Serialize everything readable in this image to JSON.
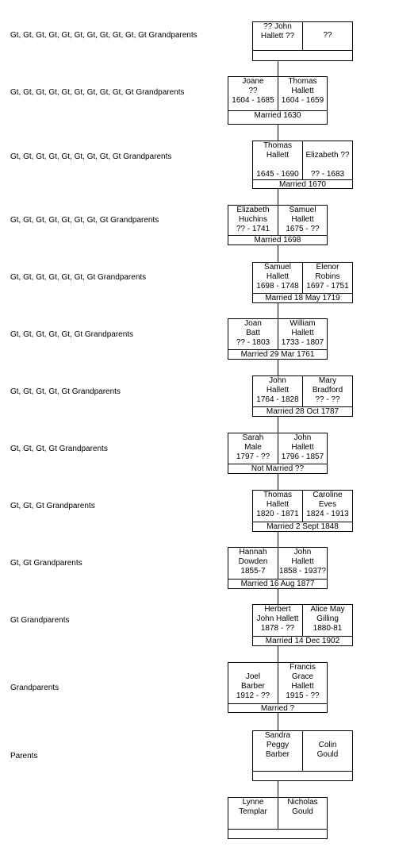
{
  "generations": [
    {
      "label": "Gt, Gt, Gt, Gt, Gt, Gt, Gt, Gt, Gt, Gt, Gt Grandparents",
      "left": "?? John\nHallett ??",
      "right": "??",
      "married": ""
    },
    {
      "label": "Gt, Gt, Gt, Gt, Gt, Gt, Gt, Gt, Gt, Gt Grandparents",
      "left": "Joane\n??\n1604 - 1685",
      "right": "Thomas\nHallett\n1604 - 1659",
      "married": "Married 1630"
    },
    {
      "label": "Gt, Gt, Gt, Gt, Gt, Gt, Gt, Gt, Gt Grandparents",
      "left": "Thomas\nHallett\n\n1645 - 1690",
      "right": "\nElizabeth ??\n\n?? - 1683",
      "married": "Married 1670"
    },
    {
      "label": "Gt, Gt, Gt, Gt, Gt, Gt, Gt, Gt Grandparents",
      "left": "Elizabeth\nHuchins\n?? - 1741",
      "right": "Samuel\nHallett\n1675 - ??",
      "married": "Married 1698"
    },
    {
      "label": "Gt, Gt, Gt, Gt, Gt, Gt, Gt Grandparents",
      "left": "Samuel\nHallett\n1698 - 1748",
      "right": "Elenor\nRobins\n1697 - 1751",
      "married": "Married 18 May 1719"
    },
    {
      "label": "Gt, Gt, Gt, Gt, Gt, Gt Grandparents",
      "left": "Joan\nBatt\n?? - 1803",
      "right": "William\nHallett\n1733 - 1807",
      "married": "Married 29 Mar 1761"
    },
    {
      "label": "Gt, Gt, Gt, Gt, Gt Grandparents",
      "left": "John\nHallett\n1764  - 1828",
      "right": "Mary\nBradford\n?? - ??",
      "married": "Married 28 Oct 1787"
    },
    {
      "label": "Gt, Gt, Gt, Gt Grandparents",
      "left": "Sarah\nMale\n1797 - ??",
      "right": "John\nHallett\n1796 - 1857",
      "married": "Not Married ??"
    },
    {
      "label": "Gt, Gt, Gt Grandparents",
      "left": "Thomas\nHallett\n1820 - 1871",
      "right": "Caroline\nEves\n1824 - 1913",
      "married": "Married 2 Sept 1848"
    },
    {
      "label": "Gt, Gt Grandparents",
      "left": "Hannah\nDowden\n1855-7",
      "right": "John\nHallett\n1858 - 1937?",
      "married": "Married 16 Aug 1877"
    },
    {
      "label": "Gt Grandparents",
      "left": "Herbert\nJohn Hallett\n1878 - ??",
      "right": "Alice May\nGilling\n1880-81",
      "married": "Married 14 Dec 1902"
    },
    {
      "label": "Grandparents",
      "left": "\nJoel\nBarber\n1912 - ??",
      "right": "Francis\nGrace\nHallett\n1915 - ??",
      "married": "Married ?"
    },
    {
      "label": "Parents",
      "left": "Sandra\nPeggy\nBarber",
      "right": "\nColin\nGould",
      "married": ""
    },
    {
      "label": "",
      "left": "Lynne\nTemplar",
      "right": "Nicholas\nGould",
      "married": ""
    }
  ]
}
